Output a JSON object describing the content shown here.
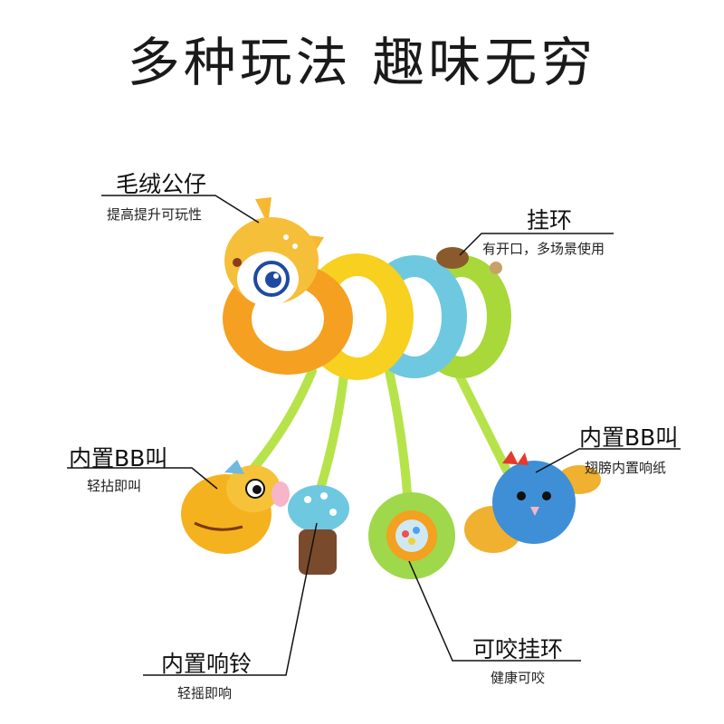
{
  "headline": "多种玩法 趣味无穷",
  "callouts": {
    "plush": {
      "title": "毛绒公仔",
      "subtitle": "提高提升可玩性"
    },
    "ring": {
      "title": "挂环",
      "subtitle": "有开口，多场景使用"
    },
    "bb_left": {
      "title": "内置BB叫",
      "subtitle": "轻拈即叫"
    },
    "bb_right": {
      "title": "内置BB叫",
      "subtitle": "翅膀内置响纸"
    },
    "bell": {
      "title": "内置响铃",
      "subtitle": "轻摇即响"
    },
    "teether": {
      "title": "可咬挂环",
      "subtitle": "健康可咬"
    }
  },
  "colors": {
    "orange": "#f5a020",
    "yellow": "#f7d020",
    "blue": "#6ec8e0",
    "green": "#a8d83a",
    "line": "#111111"
  }
}
